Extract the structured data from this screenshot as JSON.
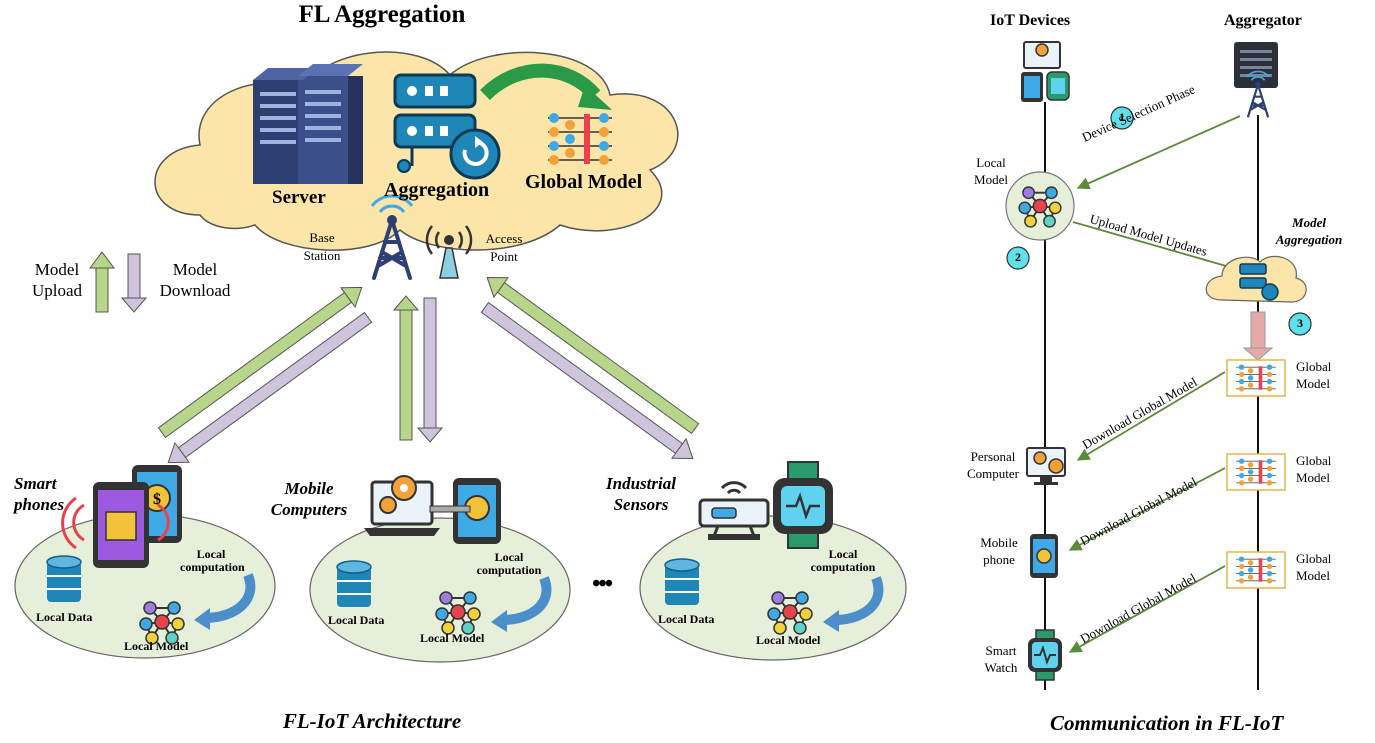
{
  "left": {
    "title": "FL Aggregation",
    "cloud": {
      "server": "Server",
      "aggregation": "Aggregation",
      "global_model": "Global Model",
      "base_station": [
        "Base",
        "Station"
      ],
      "access_point": [
        "Access",
        "Point"
      ]
    },
    "legend": {
      "upload": [
        "Model",
        "Upload"
      ],
      "download": [
        "Model",
        "Download"
      ]
    },
    "clusters": [
      {
        "name": [
          "Smart",
          "phones"
        ],
        "local_computation": [
          "Local",
          "computation"
        ],
        "local_data": "Local Data",
        "local_model": "Local Model"
      },
      {
        "name": [
          "Mobile",
          "Computers"
        ],
        "local_computation": [
          "Local",
          "computation"
        ],
        "local_data": "Local Data",
        "local_model": "Local Model"
      },
      {
        "name": [
          "Industrial",
          "Sensors"
        ],
        "local_computation": [
          "Local",
          "computation"
        ],
        "local_data": "Local Data",
        "local_model": "Local Model"
      }
    ],
    "ellipsis": "•••",
    "caption": "FL-IoT Architecture"
  },
  "right": {
    "iot_header": "IoT Devices",
    "agg_header": "Aggregator",
    "local_model": [
      "Local",
      "Model"
    ],
    "model_aggregation": [
      "Model",
      "Aggregation"
    ],
    "steps": [
      "1",
      "2",
      "3"
    ],
    "msg_device_selection": "Device Selection Phase",
    "msg_upload": "Upload Model Updates",
    "msg_download": "Download Global Model",
    "global_model": [
      "Global",
      "Model"
    ],
    "devices": [
      [
        "Personal",
        "Computer"
      ],
      [
        "Mobile",
        "phone"
      ],
      [
        "Smart",
        "Watch"
      ]
    ],
    "caption": "Communication in FL-IoT"
  },
  "colors": {
    "cloud": "#fbe5a8",
    "server": "#2e3f72",
    "icon_blue": "#1f86b8",
    "ellipse": "#e6efd9",
    "upload_arrow": "#b7d68a",
    "download_arrow": "#cfc4dc",
    "green_line": "#5a8a3a",
    "step_badge": "#5fe0ea",
    "agg_arrow": "#e3aaa8",
    "global_box": "#e2b64a"
  }
}
